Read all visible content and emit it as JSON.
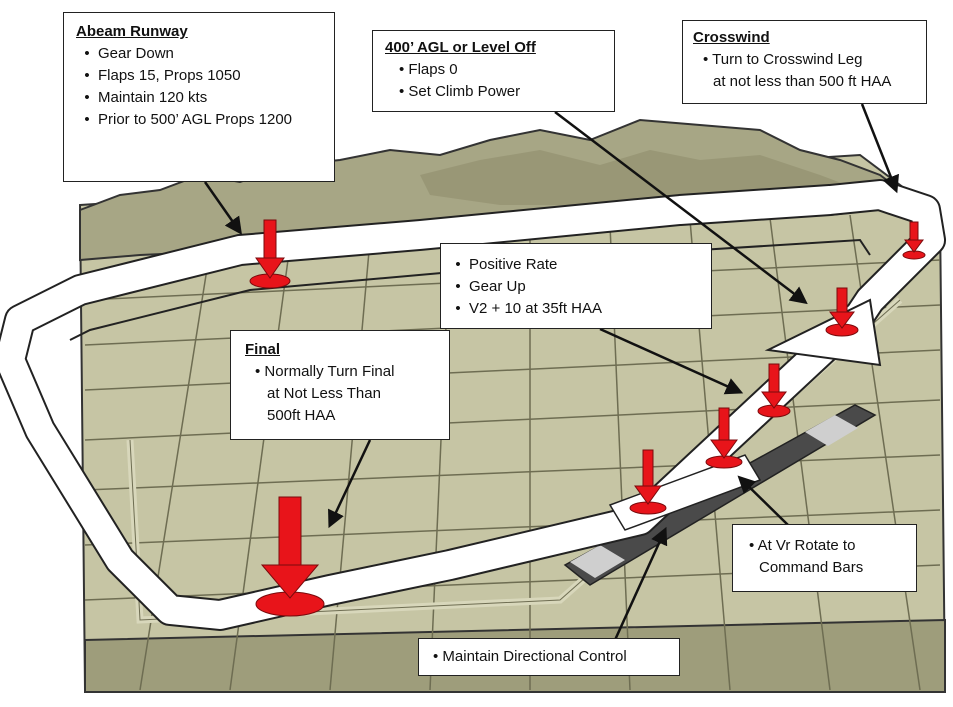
{
  "callouts": {
    "abeam": {
      "title": "Abeam Runway",
      "items": [
        "Gear Down",
        "Flaps 15, Props 1050",
        "Maintain 120 kts",
        "Prior to 500’ AGL Props 1200"
      ]
    },
    "level_off": {
      "title": "400’ AGL or Level Off",
      "items": [
        "• Flaps 0",
        "• Set Climb Power"
      ]
    },
    "crosswind": {
      "title": "Crosswind",
      "line1": "• Turn to Crosswind Leg",
      "line2": "at not less than 500 ft HAA"
    },
    "positive_rate": {
      "items": [
        "Positive Rate",
        "Gear Up",
        "V2 + 10 at 35ft HAA"
      ]
    },
    "final": {
      "title": "Final",
      "line1": "• Normally Turn Final",
      "line2": "at Not Less Than",
      "line3": "500ft HAA"
    },
    "rotate": {
      "line1": "• At Vr Rotate to",
      "line2": "Command Bars"
    },
    "directional": {
      "text": "• Maintain Directional Control"
    }
  },
  "colors": {
    "terrain_top": "#c9c8a8",
    "terrain_side": "#8b8a68",
    "mountain": "#a9a88a",
    "grid_line": "#6e6d52",
    "pattern_path": "#ffffff",
    "marker": "#e8141a",
    "runway": "#4a4a4a"
  }
}
